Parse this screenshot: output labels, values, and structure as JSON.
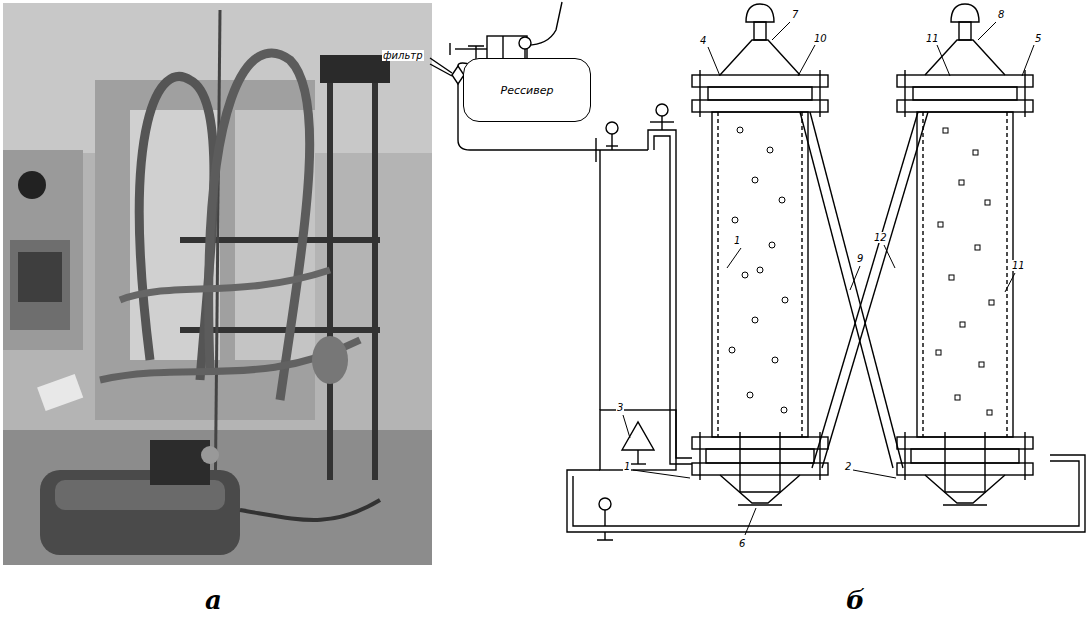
{
  "diagram": {
    "nodes": [
      {
        "text": [
          "Рессивер"
        ]
      }
    ],
    "labels": [
      "а",
      "б",
      "фильтр",
      "4",
      "7",
      "10",
      "11",
      "8",
      "5",
      "1",
      "9",
      "12",
      "11",
      "3",
      "1",
      "2",
      "6"
    ]
  }
}
